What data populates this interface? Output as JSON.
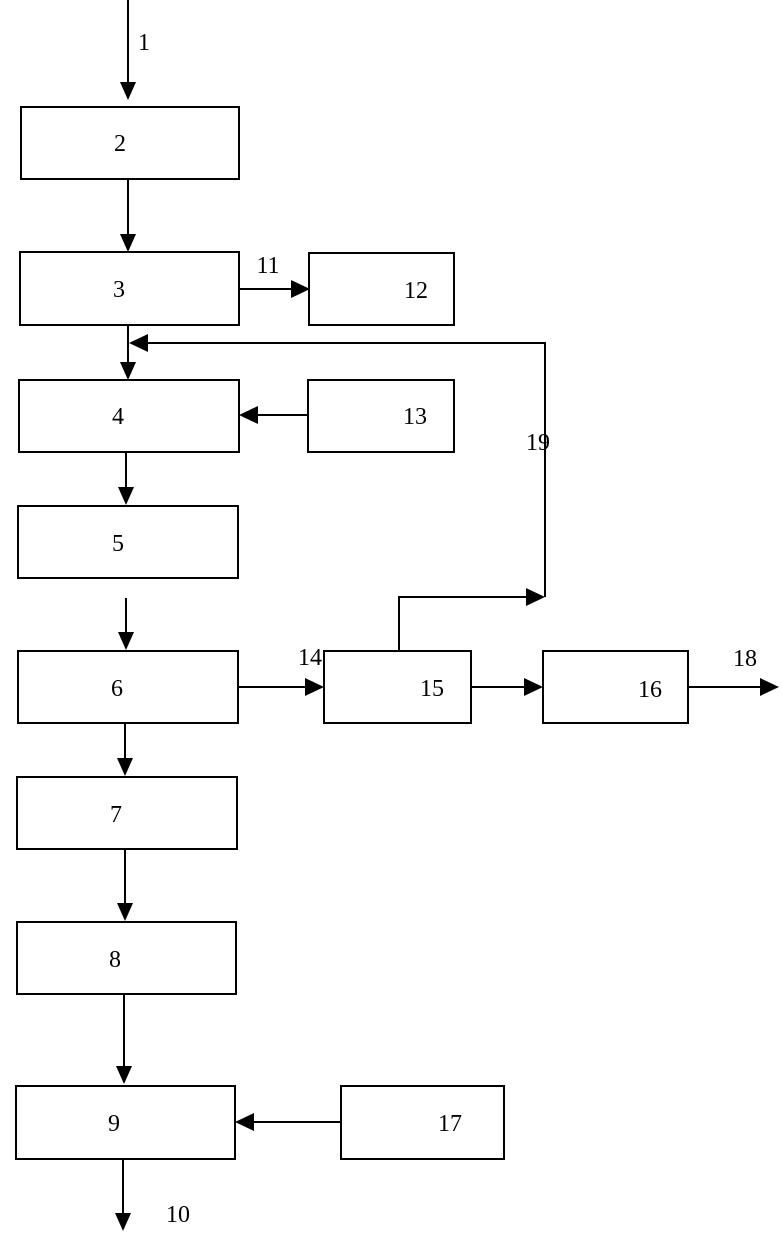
{
  "diagram": {
    "boxes": {
      "b2": "2",
      "b3": "3",
      "b4": "4",
      "b5": "5",
      "b6": "6",
      "b7": "7",
      "b8": "8",
      "b9": "9",
      "b12": "12",
      "b13": "13",
      "b15": "15",
      "b16": "16",
      "b17": "17"
    },
    "labels": {
      "l1": "1",
      "l10": "10",
      "l11": "11",
      "l14": "14",
      "l18": "18",
      "l19": "19"
    }
  }
}
